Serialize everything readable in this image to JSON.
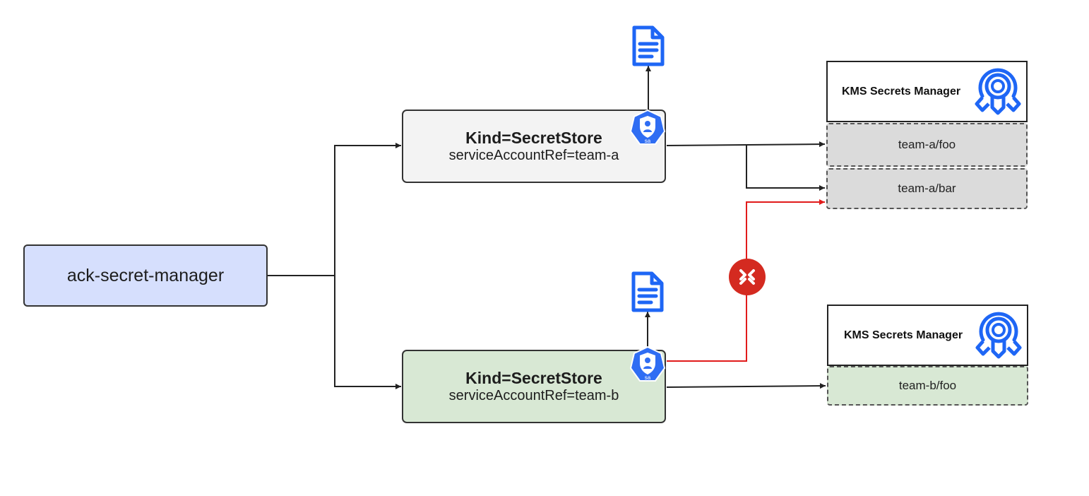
{
  "root": {
    "label": "ack-secret-manager"
  },
  "stores": [
    {
      "kind": "Kind=SecretStore",
      "ref": "serviceAccountRef=team-a"
    },
    {
      "kind": "Kind=SecretStore",
      "ref": "serviceAccountRef=team-b"
    }
  ],
  "kms": [
    {
      "title": "KMS Secrets Manager",
      "secrets": [
        "team-a/foo",
        "team-a/bar"
      ]
    },
    {
      "title": "KMS Secrets Manager",
      "secrets": [
        "team-b/foo"
      ]
    }
  ],
  "badges": {
    "sa_label": "sa"
  },
  "colors": {
    "root_fill": "#d6dffd",
    "store_a_fill": "#f3f3f3",
    "store_b_fill": "#d8e8d4",
    "secret_a_fill": "#dbdbdb",
    "secret_b_fill": "#d8e8d4",
    "icon_blue": "#1e66f5",
    "deny_red": "#d42a20",
    "deny_path": "#e11b1b",
    "connector": "#222222"
  },
  "icons": {
    "document": "document-icon",
    "service_account": "service-account-icon",
    "kms": "kms-icon",
    "deny": "deny-icon"
  }
}
